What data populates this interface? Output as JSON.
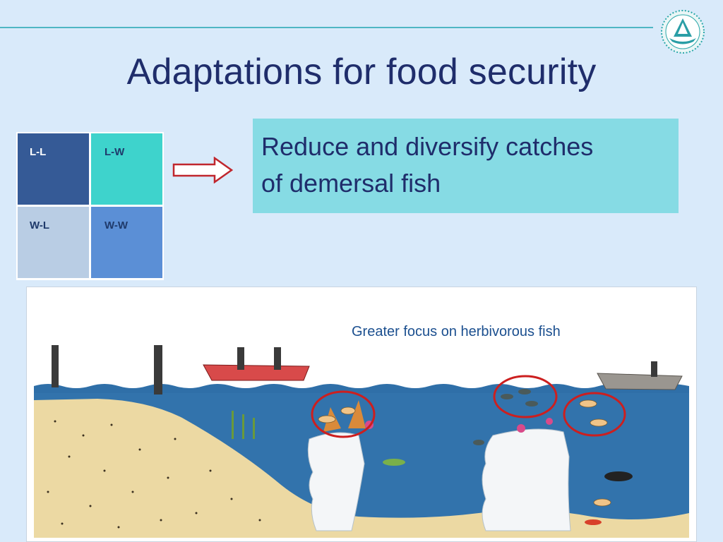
{
  "slide": {
    "title": "Adaptations for food security"
  },
  "quadrant": {
    "cells": [
      {
        "label": "L-L",
        "color": "#355a96"
      },
      {
        "label": "L-W",
        "color": "#3ed3cc"
      },
      {
        "label": "W-L",
        "color": "#b9cde4"
      },
      {
        "label": "W-W",
        "color": "#5b8fd6"
      }
    ]
  },
  "callout": {
    "line1": "Reduce  and diversify catches",
    "line2": "of demersal fish",
    "color": "#86dbe4"
  },
  "illustration": {
    "caption": "Greater focus on herbivorous fish",
    "highlight_color": "#cc1f1f",
    "sea_color": "#2f6fa8",
    "sand_color": "#ecd9a3"
  },
  "logo": {
    "icon": "boat-sail-logo-icon"
  }
}
